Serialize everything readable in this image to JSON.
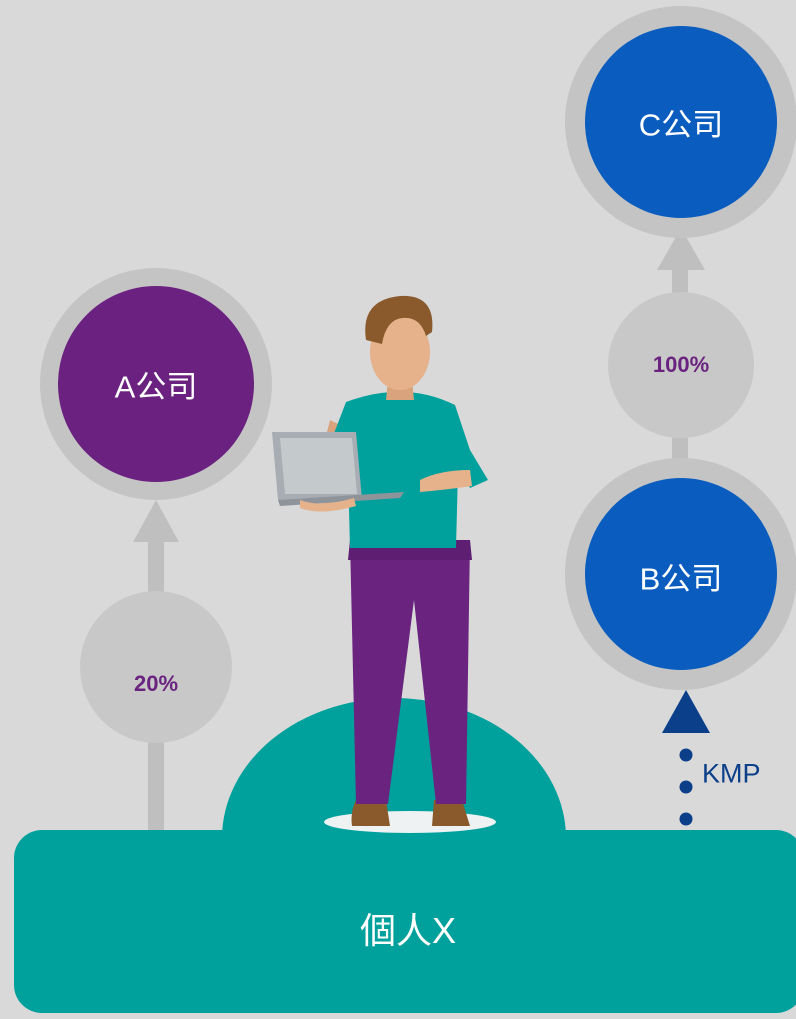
{
  "companies": {
    "a": {
      "label": "A公司",
      "color": "#6b217f"
    },
    "b": {
      "label": "B公司",
      "color": "#0a5dbf"
    },
    "c": {
      "label": "C公司",
      "color": "#0a5dbf"
    }
  },
  "ownership": {
    "x_to_a": "20%",
    "b_to_c": "100%"
  },
  "kmp": {
    "label": "KMP",
    "color": "#0b3f8a"
  },
  "person": {
    "label": "個人X",
    "color": "#00a19c"
  }
}
